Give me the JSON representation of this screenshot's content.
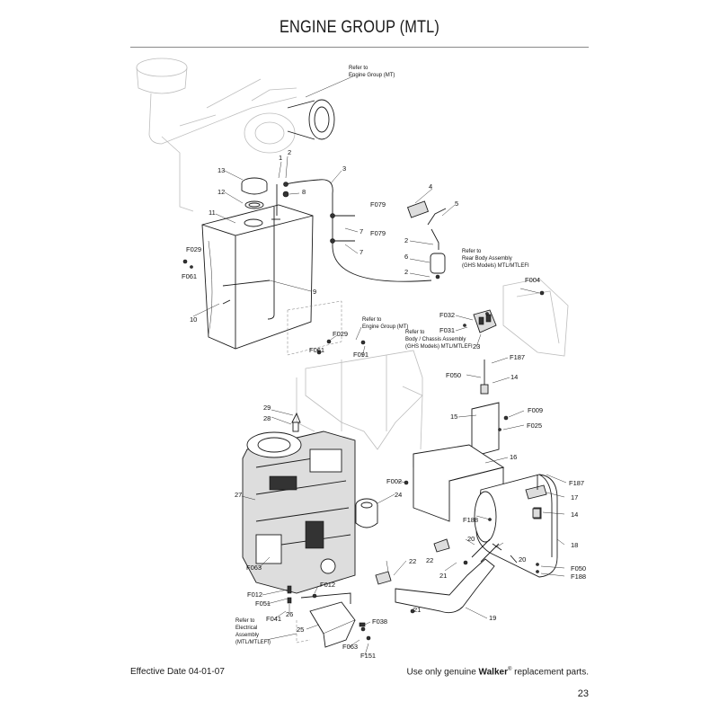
{
  "page": {
    "title": "ENGINE GROUP (MTL)",
    "effective_date": "Effective Date 04-01-07",
    "footer_prefix": "Use only genuine ",
    "footer_brand": "Walker",
    "footer_mark": "®",
    "footer_suffix": " replacement parts.",
    "page_number": "23"
  },
  "references": {
    "engine_group_top": [
      "Refer to",
      "Engine Group (MT)"
    ],
    "rear_body": [
      "Refer to",
      "Rear Body Assembly",
      "(GHS Models) MTL/MTLEFI"
    ],
    "engine_group_mid": [
      "Refer to",
      "Engine Group (MT)"
    ],
    "body_chassis": [
      "Refer to",
      "Body / Chassis Assembly",
      "(GHS Models) MTL/MTLEFI"
    ],
    "electrical": [
      "Refer to",
      "Electrical",
      "Assembly",
      "(MTL/MTLEFI)"
    ]
  },
  "labels": {
    "c1": "1",
    "c2": "2",
    "c3": "3",
    "c4": "4",
    "c5": "5",
    "c6": "6",
    "c7": "7",
    "c8": "8",
    "c9": "9",
    "c10": "10",
    "c11": "11",
    "c12": "12",
    "c13": "13",
    "c14": "14",
    "c15": "15",
    "c16": "16",
    "c17": "17",
    "c18": "18",
    "c19": "19",
    "c20": "20",
    "c21": "21",
    "c22": "22",
    "c23": "23",
    "c24": "24",
    "c25": "25",
    "c26": "26",
    "c27": "27",
    "c28": "28",
    "c29": "29",
    "f002": "F002",
    "f004": "F004",
    "f009": "F009",
    "f012": "F012",
    "f025": "F025",
    "f029": "F029",
    "f031": "F031",
    "f032": "F032",
    "f038": "F038",
    "f041": "F041",
    "f050": "F050",
    "f051": "F051",
    "f061": "F061",
    "f063": "F063",
    "f079": "F079",
    "f091": "F091",
    "f151": "F151",
    "f187": "F187",
    "f188": "F188"
  }
}
